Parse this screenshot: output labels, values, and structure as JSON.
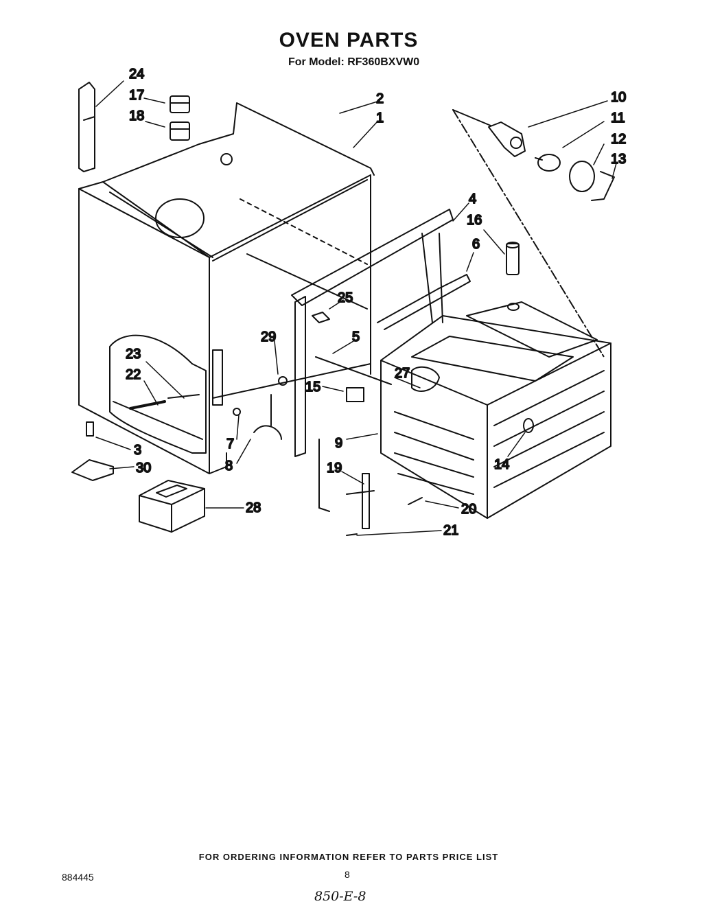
{
  "header": {
    "title": "OVEN PARTS",
    "model_line": "For Model: RF360BXVW0"
  },
  "callouts": [
    {
      "id": "c1",
      "label": "1"
    },
    {
      "id": "c2",
      "label": "2"
    },
    {
      "id": "c3",
      "label": "3"
    },
    {
      "id": "c4",
      "label": "4"
    },
    {
      "id": "c5",
      "label": "5"
    },
    {
      "id": "c6",
      "label": "6"
    },
    {
      "id": "c7",
      "label": "7"
    },
    {
      "id": "c8",
      "label": "8"
    },
    {
      "id": "c9",
      "label": "9"
    },
    {
      "id": "c10",
      "label": "10"
    },
    {
      "id": "c11",
      "label": "11"
    },
    {
      "id": "c12",
      "label": "12"
    },
    {
      "id": "c13",
      "label": "13"
    },
    {
      "id": "c14",
      "label": "14"
    },
    {
      "id": "c15",
      "label": "15"
    },
    {
      "id": "c16",
      "label": "16"
    },
    {
      "id": "c17",
      "label": "17"
    },
    {
      "id": "c18",
      "label": "18"
    },
    {
      "id": "c19",
      "label": "19"
    },
    {
      "id": "c20",
      "label": "20"
    },
    {
      "id": "c21",
      "label": "21"
    },
    {
      "id": "c22",
      "label": "22"
    },
    {
      "id": "c23",
      "label": "23"
    },
    {
      "id": "c24",
      "label": "24"
    },
    {
      "id": "c25",
      "label": "25"
    },
    {
      "id": "c27",
      "label": "27"
    },
    {
      "id": "c28",
      "label": "28"
    },
    {
      "id": "c29",
      "label": "29"
    },
    {
      "id": "c30",
      "label": "30"
    }
  ],
  "footer": {
    "ordering_note": "FOR ORDERING INFORMATION REFER TO PARTS PRICE LIST",
    "doc_number": "884445",
    "page_number": "8",
    "handwritten_note": "850-E-8"
  }
}
